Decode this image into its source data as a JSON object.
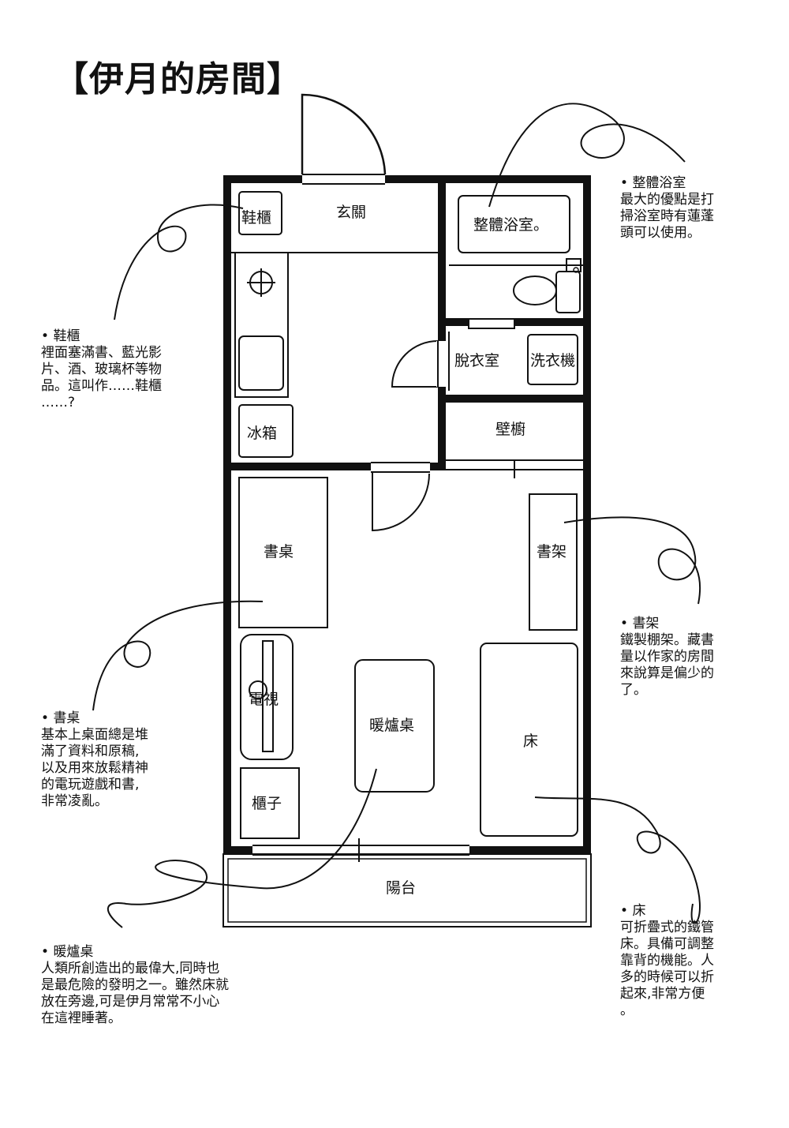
{
  "title": "【伊月的房間】",
  "rooms": {
    "entrance": "玄關",
    "shoe_cabinet": "鞋櫃",
    "bathroom": "整體浴室。",
    "dressing_room": "脫衣室",
    "washer": "洗衣機",
    "fridge": "冰箱",
    "closet": "壁櫥",
    "desk": "書桌",
    "bookshelf": "書架",
    "tv": "電視",
    "kotatsu": "暖爐桌",
    "bed": "床",
    "cabinet": "櫃子",
    "balcony": "陽台"
  },
  "notes": {
    "bath": {
      "head": "整體浴室",
      "body": "最大的優點是打\n掃浴室時有蓮蓬\n頭可以使用。"
    },
    "shoe": {
      "head": "鞋櫃",
      "body": "裡面塞滿書、藍光影\n片、酒、玻璃杯等物\n品。這叫作……鞋櫃\n……?"
    },
    "shelf": {
      "head": "書架",
      "body": "鐵製棚架。藏書\n量以作家的房間\n來說算是偏少的\n了。"
    },
    "desk": {
      "head": "書桌",
      "body": "基本上桌面總是堆\n滿了資料和原稿,\n以及用來放鬆精神\n的電玩遊戲和書,\n非常凌亂。"
    },
    "kotatsu": {
      "head": "暖爐桌",
      "body": "人類所創造出的最偉大,同時也\n是最危險的發明之一。雖然床就\n放在旁邊,可是伊月常常不小心\n在這裡睡著。"
    },
    "bed": {
      "head": "床",
      "body": "可折疊式的鐵管\n床。具備可調整\n靠背的機能。人\n多的時候可以折\n起來,非常方便\n。"
    }
  }
}
